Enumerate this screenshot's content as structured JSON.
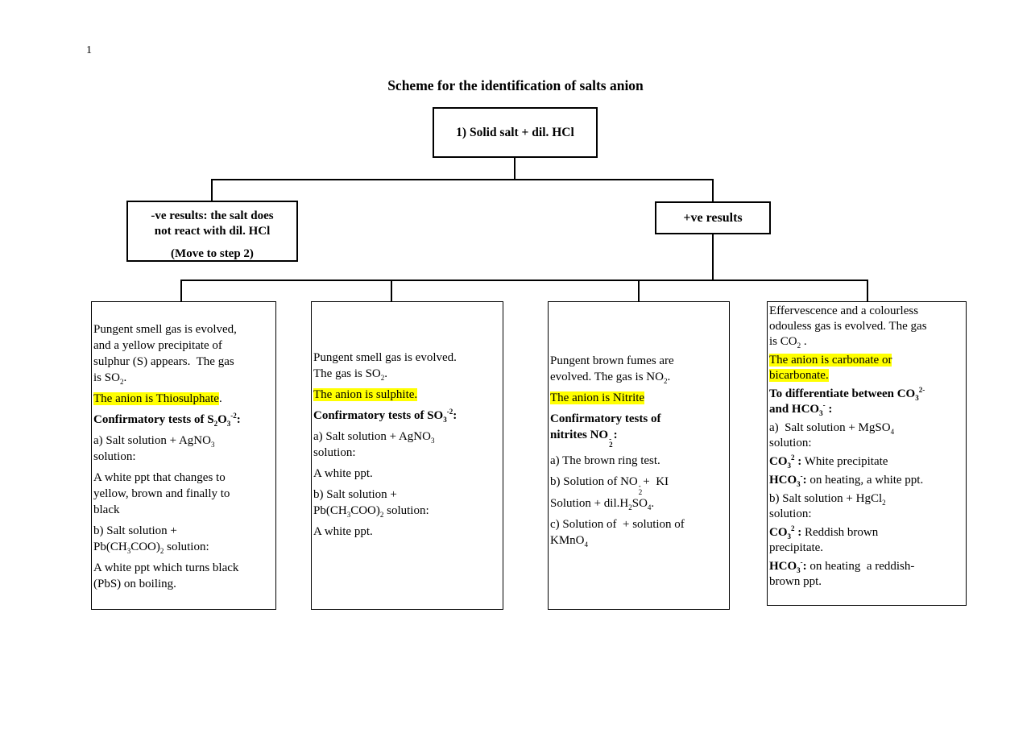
{
  "page_number": "1",
  "title": "Scheme for the identification of salts anion",
  "highlight_color": "#ffff00",
  "root_box": {
    "label": "1) Solid salt + dil. HCl"
  },
  "negative_box": {
    "paragraphs": [
      {
        "segments": [
          {
            "text": "-ve results: the salt does\nnot react with dil. HCl",
            "bold": true
          }
        ]
      },
      {
        "segments": [
          {
            "text": "(Move to step 2)",
            "bold": true
          }
        ]
      }
    ]
  },
  "positive_box": {
    "label": "+ve results"
  },
  "result_boxes": [
    {
      "paragraphs": [
        {
          "segments": [
            {
              "text": "Pungent smell gas is evolved,\nand a yellow precipitate of\nsulphur (S) appears.  The gas\nis SO_{2}."
            }
          ]
        },
        {
          "segments": [
            {
              "text": "The anion is Thiosulphate",
              "highlight": true
            },
            {
              "text": "."
            }
          ]
        },
        {
          "segments": [
            {
              "text": "Confirmatory tests of S_{2}O_{3}^{-2}:",
              "bold": true
            }
          ]
        },
        {
          "segments": [
            {
              "text": "a) Salt solution + AgNO_{3}\nsolution:"
            }
          ]
        },
        {
          "segments": [
            {
              "text": "A white ppt that changes to\nyellow, brown and finally to\nblack"
            }
          ]
        },
        {
          "segments": [
            {
              "text": "b) Salt solution +\nPb(CH_{3}COO)_{2} solution:"
            }
          ]
        },
        {
          "segments": [
            {
              "text": "A white ppt which turns black\n(PbS) on boiling."
            }
          ]
        }
      ]
    },
    {
      "paragraphs": [
        {
          "segments": [
            {
              "text": "Pungent smell gas is evolved.\nThe gas is SO_{2}."
            }
          ]
        },
        {
          "segments": [
            {
              "text": "The anion is sulphite.",
              "highlight": true
            }
          ]
        },
        {
          "segments": [
            {
              "text": "Confirmatory tests of SO_{3}^{-2}:",
              "bold": true
            }
          ]
        },
        {
          "segments": [
            {
              "text": "a) Salt solution + AgNO_{3}\nsolution:"
            }
          ]
        },
        {
          "segments": [
            {
              "text": "A white ppt."
            }
          ]
        },
        {
          "segments": [
            {
              "text": "b) Salt solution +\nPb(CH_{3}COO)_{2} solution:"
            }
          ]
        },
        {
          "segments": [
            {
              "text": "A white ppt."
            }
          ]
        }
      ]
    },
    {
      "paragraphs": [
        {
          "segments": [
            {
              "text": "Pungent brown fumes are\nevolved. The gas is NO_{2}."
            }
          ]
        },
        {
          "segments": [
            {
              "text": "The anion is Nitrite",
              "highlight": true
            }
          ]
        },
        {
          "segments": [
            {
              "text": "Confirmatory tests of\nnitrites NO${2}{-}:",
              "bold": true
            }
          ]
        },
        {
          "segments": [
            {
              "text": "a) The brown ring test."
            }
          ]
        },
        {
          "segments": [
            {
              "text": "b) Solution of NO${2}{-}+  KI\nSolution + dil.H_{2}SO_{4}."
            }
          ]
        },
        {
          "segments": [
            {
              "text": "c) Solution of  + solution of\nKMnO_{4}"
            }
          ]
        }
      ]
    },
    {
      "paragraphs": [
        {
          "segments": [
            {
              "text": "Effervescence and a colourless\nodouless gas is evolved. The gas\nis CO_{2} ."
            }
          ]
        },
        {
          "segments": [
            {
              "text": "The anion is carbonate or\nbicarbonate.",
              "highlight": true
            }
          ]
        },
        {
          "segments": [
            {
              "text": "To differentiate between CO_{3}^{2-}\nand HCO_{3}^{-} :",
              "bold": true
            }
          ]
        },
        {
          "segments": [
            {
              "text": "a)  Salt solution + MgSO_{4}\nsolution:"
            }
          ]
        },
        {
          "segments": [
            {
              "text": "CO_{3}^{2} :",
              "bold": true
            },
            {
              "text": " White precipitate"
            }
          ]
        },
        {
          "segments": [
            {
              "text": "HCO_{3}^{-}:",
              "bold": true
            },
            {
              "text": " on heating, a white ppt."
            }
          ]
        },
        {
          "segments": [
            {
              "text": "b) Salt solution + HgCl_{2}\nsolution:"
            }
          ]
        },
        {
          "segments": [
            {
              "text": "CO_{3}^{2} :",
              "bold": true
            },
            {
              "text": " Reddish brown\nprecipitate."
            }
          ]
        },
        {
          "segments": [
            {
              "text": "HCO_{3}^{-}:",
              "bold": true
            },
            {
              "text": " on heating  a reddish-\nbrown ppt."
            }
          ]
        }
      ]
    }
  ]
}
